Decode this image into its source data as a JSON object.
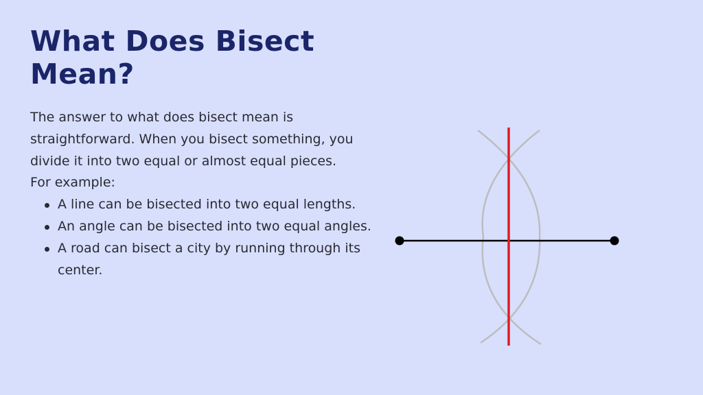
{
  "slide": {
    "title": "What Does Bisect Mean?",
    "intro": "The answer to what does bisect mean is straightforward. When you bisect something, you divide it into two equal or almost equal pieces.",
    "example_label": "For example:",
    "bullets": [
      "A line can be bisected into two equal lengths.",
      "An angle can be bisected into two equal angles.",
      "A road can bisect a city by running through its center."
    ]
  },
  "diagram": {
    "segment_color": "#000000",
    "bisector_color": "#e31b23",
    "arc_color": "#bdbdbd"
  },
  "colors": {
    "background": "#d8dffd",
    "title": "#1b2568",
    "body_text": "#2a2a33"
  }
}
